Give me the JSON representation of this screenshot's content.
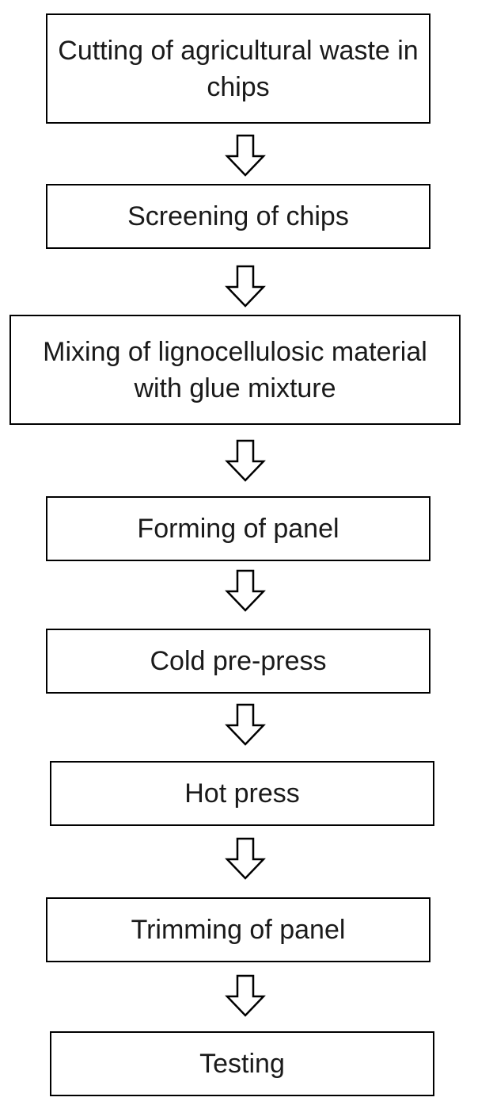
{
  "flowchart": {
    "steps": [
      {
        "label": "Cutting of agricultural waste in chips"
      },
      {
        "label": "Screening of chips"
      },
      {
        "label": "Mixing of lignocellulosic material with glue mixture"
      },
      {
        "label": "Forming of panel"
      },
      {
        "label": "Cold pre-press"
      },
      {
        "label": "Hot press"
      },
      {
        "label": "Trimming of panel"
      },
      {
        "label": "Testing"
      }
    ],
    "arrow_icon": "hollow-down-arrow-icon",
    "colors": {
      "border": "#000000",
      "text": "#1a1a1a",
      "background": "#ffffff"
    }
  }
}
